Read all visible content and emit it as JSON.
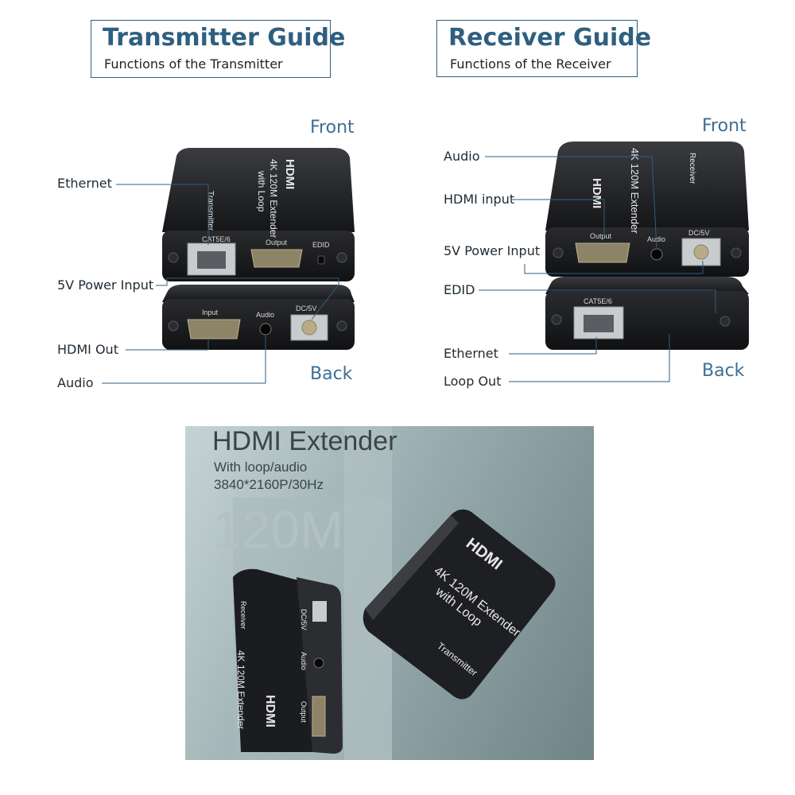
{
  "colors": {
    "accent": "#2f5f80",
    "side_label": "#3e6f94",
    "device_body": "#1e1f22"
  },
  "transmitter_guide": {
    "title": "Transmitter Guide",
    "subtitle": "Functions of the Transmitter",
    "front_label": "Front",
    "back_label": "Back",
    "callouts": [
      "Ethernet",
      "5V Power Input",
      "HDMI Out",
      "Audio"
    ],
    "device_front": {
      "brand": "HDMI",
      "model_line1": "4K 120M Extender",
      "model_line2": "with Loop",
      "unit_name": "Transmitter",
      "ports": [
        "CAT5E/6",
        "Output",
        "EDID"
      ]
    },
    "device_back": {
      "ports": [
        "Input",
        "Audio",
        "DC/5V"
      ]
    }
  },
  "receiver_guide": {
    "title": "Receiver Guide",
    "subtitle": "Functions of the Receiver",
    "front_label": "Front",
    "back_label": "Back",
    "callouts": [
      "Audio",
      "HDMI input",
      "5V Power Input",
      "EDID",
      "Ethernet",
      "Loop Out"
    ],
    "device_front": {
      "brand": "HDMI",
      "model": "4K 120M Extender",
      "unit_name": "Receiver",
      "ports": [
        "Output",
        "Audio",
        "DC/5V"
      ]
    },
    "device_back": {
      "ports": [
        "CAT5E/6"
      ]
    }
  },
  "product_photo": {
    "title": "HDMI Extender",
    "subtitle1": "With loop/audio",
    "subtitle2": "3840*2160P/30Hz",
    "watermark": "120M",
    "receiver_unit": {
      "unit_name": "Receiver",
      "model": "4K 120M Extender",
      "brand": "HDMI",
      "ports": [
        "DC/5V",
        "Audio",
        "Output"
      ]
    },
    "transmitter_unit": {
      "brand": "HDMI",
      "model_line1": "4K 120M Extender",
      "model_line2": "with Loop",
      "unit_name": "Transmitter"
    }
  }
}
